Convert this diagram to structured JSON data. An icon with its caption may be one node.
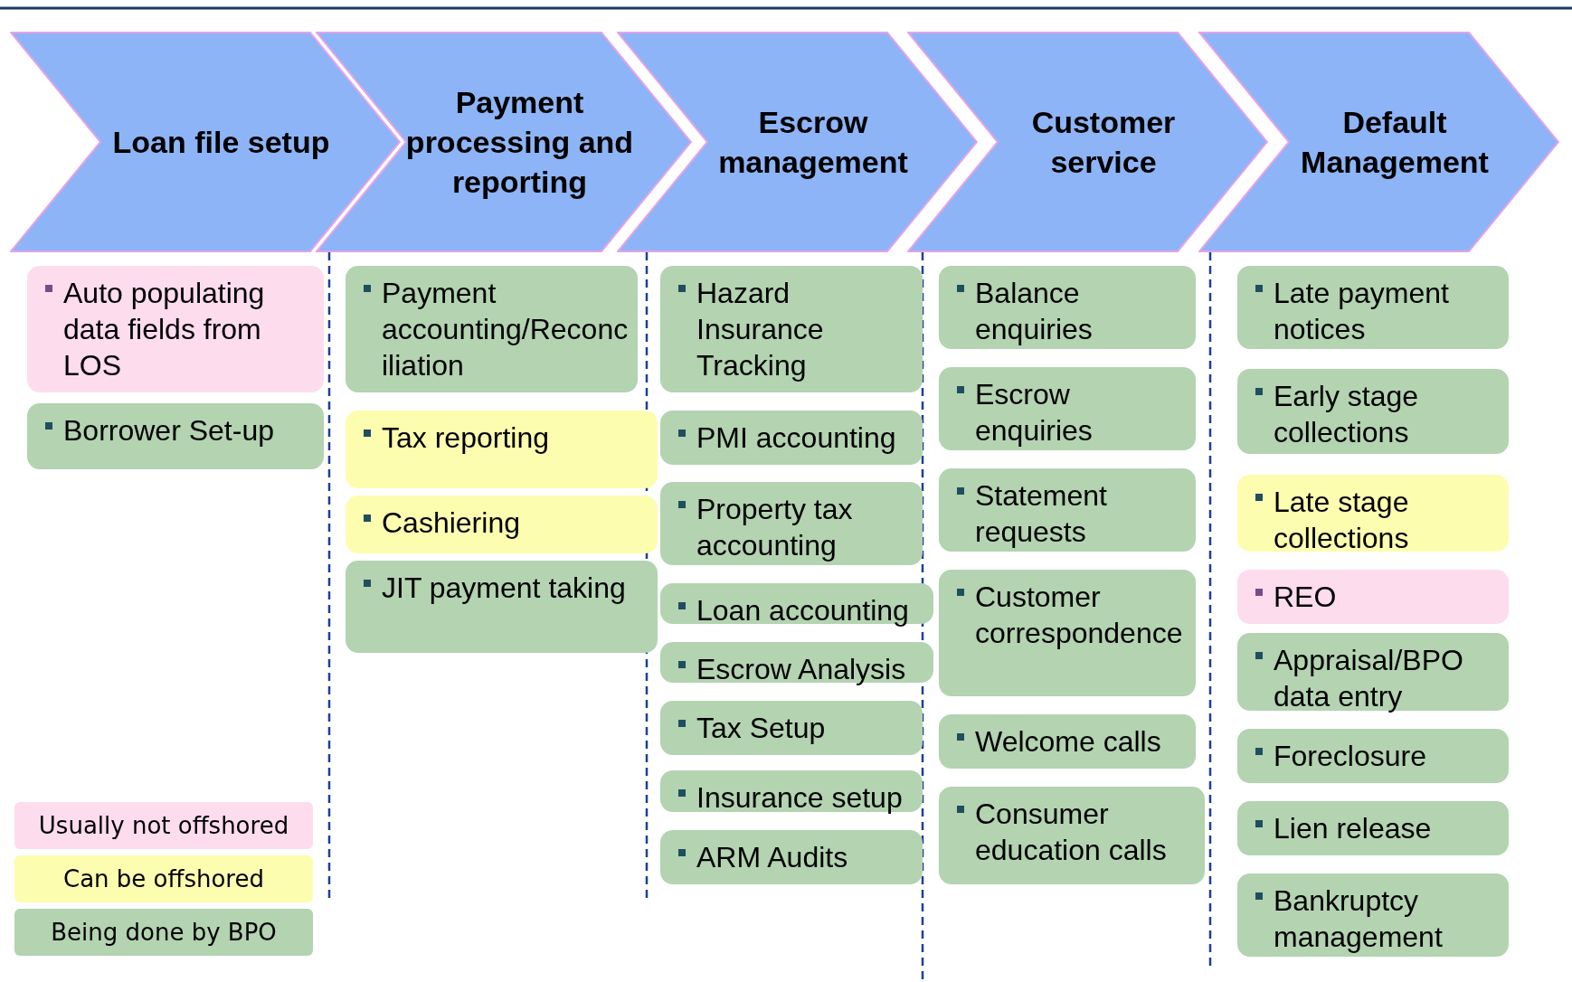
{
  "diagram": {
    "nodes": [
      {
        "text": [
          "Loan file setup"
        ]
      },
      {
        "text": [
          "Payment processing and reporting"
        ]
      },
      {
        "text": [
          "Escrow management"
        ]
      },
      {
        "text": [
          "Customer service"
        ]
      },
      {
        "text": [
          "Default Management"
        ]
      },
      {
        "text": [
          "Auto populating data fields from LOS"
        ]
      },
      {
        "text": [
          "Borrower Set-up"
        ]
      },
      {
        "text": [
          "Payment accounting/Reconciliation"
        ]
      },
      {
        "text": [
          "Tax reporting"
        ]
      },
      {
        "text": [
          "Cashiering"
        ]
      },
      {
        "text": [
          "JIT payment taking"
        ]
      },
      {
        "text": [
          "Hazard Insurance Tracking"
        ]
      },
      {
        "text": [
          "PMI accounting"
        ]
      },
      {
        "text": [
          "Property tax accounting"
        ]
      },
      {
        "text": [
          "Loan accounting"
        ]
      },
      {
        "text": [
          "Escrow Analysis"
        ]
      },
      {
        "text": [
          "Tax Setup"
        ]
      },
      {
        "text": [
          "Insurance setup"
        ]
      },
      {
        "text": [
          "ARM Audits"
        ]
      },
      {
        "text": [
          "Balance enquiries"
        ]
      },
      {
        "text": [
          "Escrow enquiries"
        ]
      },
      {
        "text": [
          "Statement requests"
        ]
      },
      {
        "text": [
          "Customer correspondence"
        ]
      },
      {
        "text": [
          "Welcome calls"
        ]
      },
      {
        "text": [
          "Consumer education calls"
        ]
      },
      {
        "text": [
          "Late payment notices"
        ]
      },
      {
        "text": [
          "Early stage collections"
        ]
      },
      {
        "text": [
          "Late stage collections"
        ]
      },
      {
        "text": [
          "REO"
        ]
      },
      {
        "text": [
          "Appraisal/BPO data entry"
        ]
      },
      {
        "text": [
          "Foreclosure"
        ]
      },
      {
        "text": [
          "Lien release"
        ]
      },
      {
        "text": [
          "Bankruptcy management"
        ]
      }
    ],
    "legend": [
      {
        "text": "Usually not offshored",
        "color": "#fddcee"
      },
      {
        "text": "Can be offshored",
        "color": "#fdfdb0"
      },
      {
        "text": "Being done by BPO",
        "color": "#b3d3b1"
      }
    ]
  }
}
